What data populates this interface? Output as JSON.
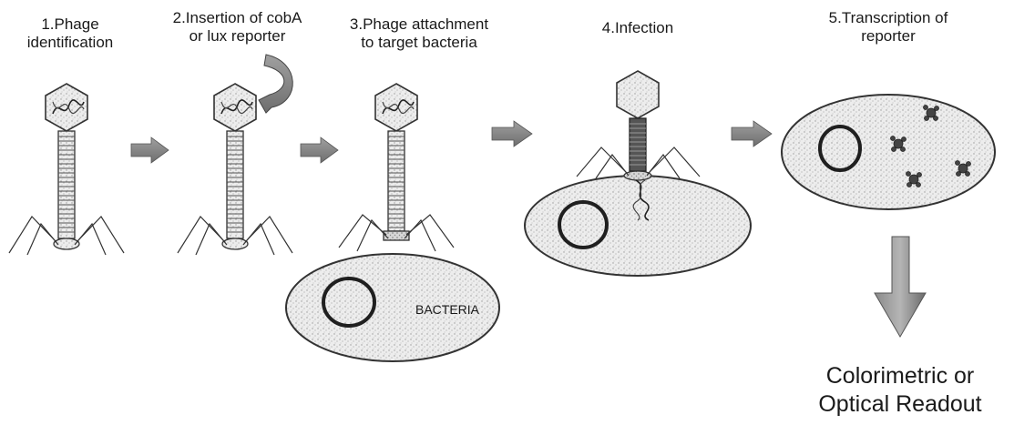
{
  "steps": [
    {
      "line1": "1.Phage",
      "line2": "identification"
    },
    {
      "line1": "2.Insertion of cobA",
      "line2": "or lux reporter"
    },
    {
      "line1": "3.Phage attachment",
      "line2": "to target bacteria"
    },
    {
      "line1": "4.Infection",
      "line2": ""
    },
    {
      "line1": "5.Transcription of",
      "line2": "reporter"
    }
  ],
  "bacteria_label": "BACTERIA",
  "readout": {
    "line1": "Colorimetric or",
    "line2": "Optical Readout"
  },
  "colors": {
    "outline": "#333333",
    "fill_stipple": "#d9d9d9",
    "arrow_fill": "#7f7f7f",
    "nucleoid": "#1f1f1f"
  }
}
